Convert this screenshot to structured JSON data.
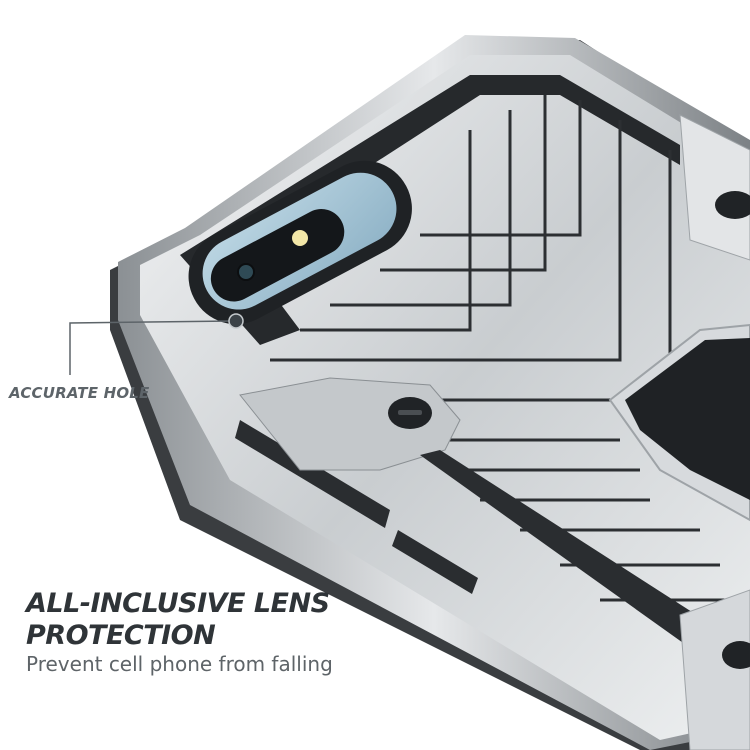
{
  "callout": {
    "label": "ACCURATE HOLE",
    "line_color": "#5d6469",
    "dot_color": "#3b4247"
  },
  "headline": {
    "line1": "ALL-INCLUSIVE LENS",
    "line2": "PROTECTION"
  },
  "subline": "Prevent cell phone from falling",
  "product": {
    "description": "Silver armor phone case with black lens frame, chevron ridged back, ring kickstand and side button covers",
    "colors": {
      "silver": "#d9dcdf",
      "chrome_highlight": "#ffffff",
      "black_trim": "#26292c",
      "camera_glass": "#a9c6d6"
    }
  }
}
